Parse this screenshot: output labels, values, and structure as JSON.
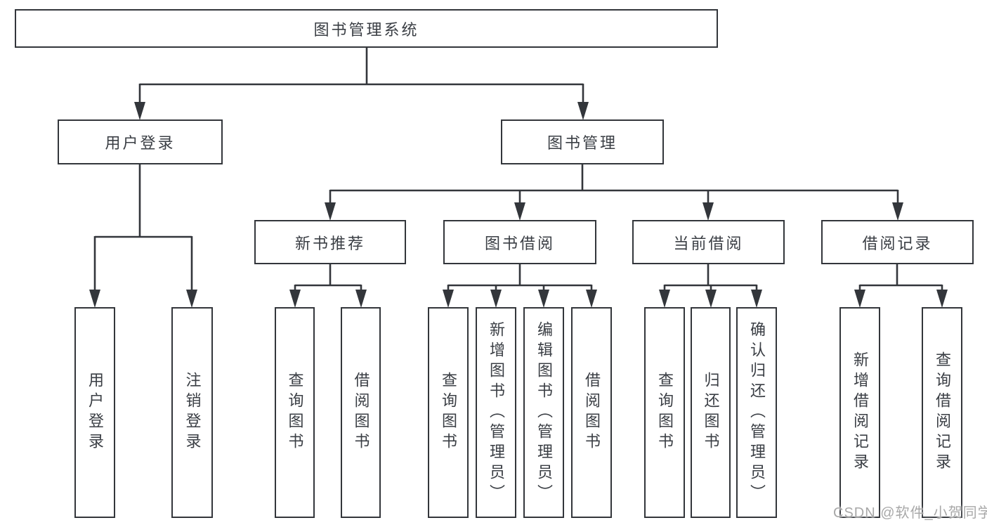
{
  "tree": {
    "label": "图书管理系统",
    "children": [
      {
        "label": "用户登录",
        "children": [
          {
            "label": "用户登录"
          },
          {
            "label": "注销登录"
          }
        ]
      },
      {
        "label": "图书管理",
        "children": [
          {
            "label": "新书推荐",
            "children": [
              {
                "label": "查询图书"
              },
              {
                "label": "借阅图书"
              }
            ]
          },
          {
            "label": "图书借阅",
            "children": [
              {
                "label": "查询图书"
              },
              {
                "label": "新增图书（管理员）"
              },
              {
                "label": "编辑图书（管理员）"
              },
              {
                "label": "借阅图书"
              }
            ]
          },
          {
            "label": "当前借阅",
            "children": [
              {
                "label": "查询图书"
              },
              {
                "label": "归还图书"
              },
              {
                "label": "确认归还（管理员）"
              }
            ]
          },
          {
            "label": "借阅记录",
            "children": [
              {
                "label": "新增借阅记录"
              },
              {
                "label": "查询借阅记录"
              }
            ]
          }
        ]
      }
    ]
  },
  "watermark": {
    "text": "CSDN @软件_小贺同学"
  },
  "colors": {
    "line": "#33363b",
    "text": "#3a3e44",
    "watermark": "#a8a8a8",
    "background": "#ffffff"
  }
}
